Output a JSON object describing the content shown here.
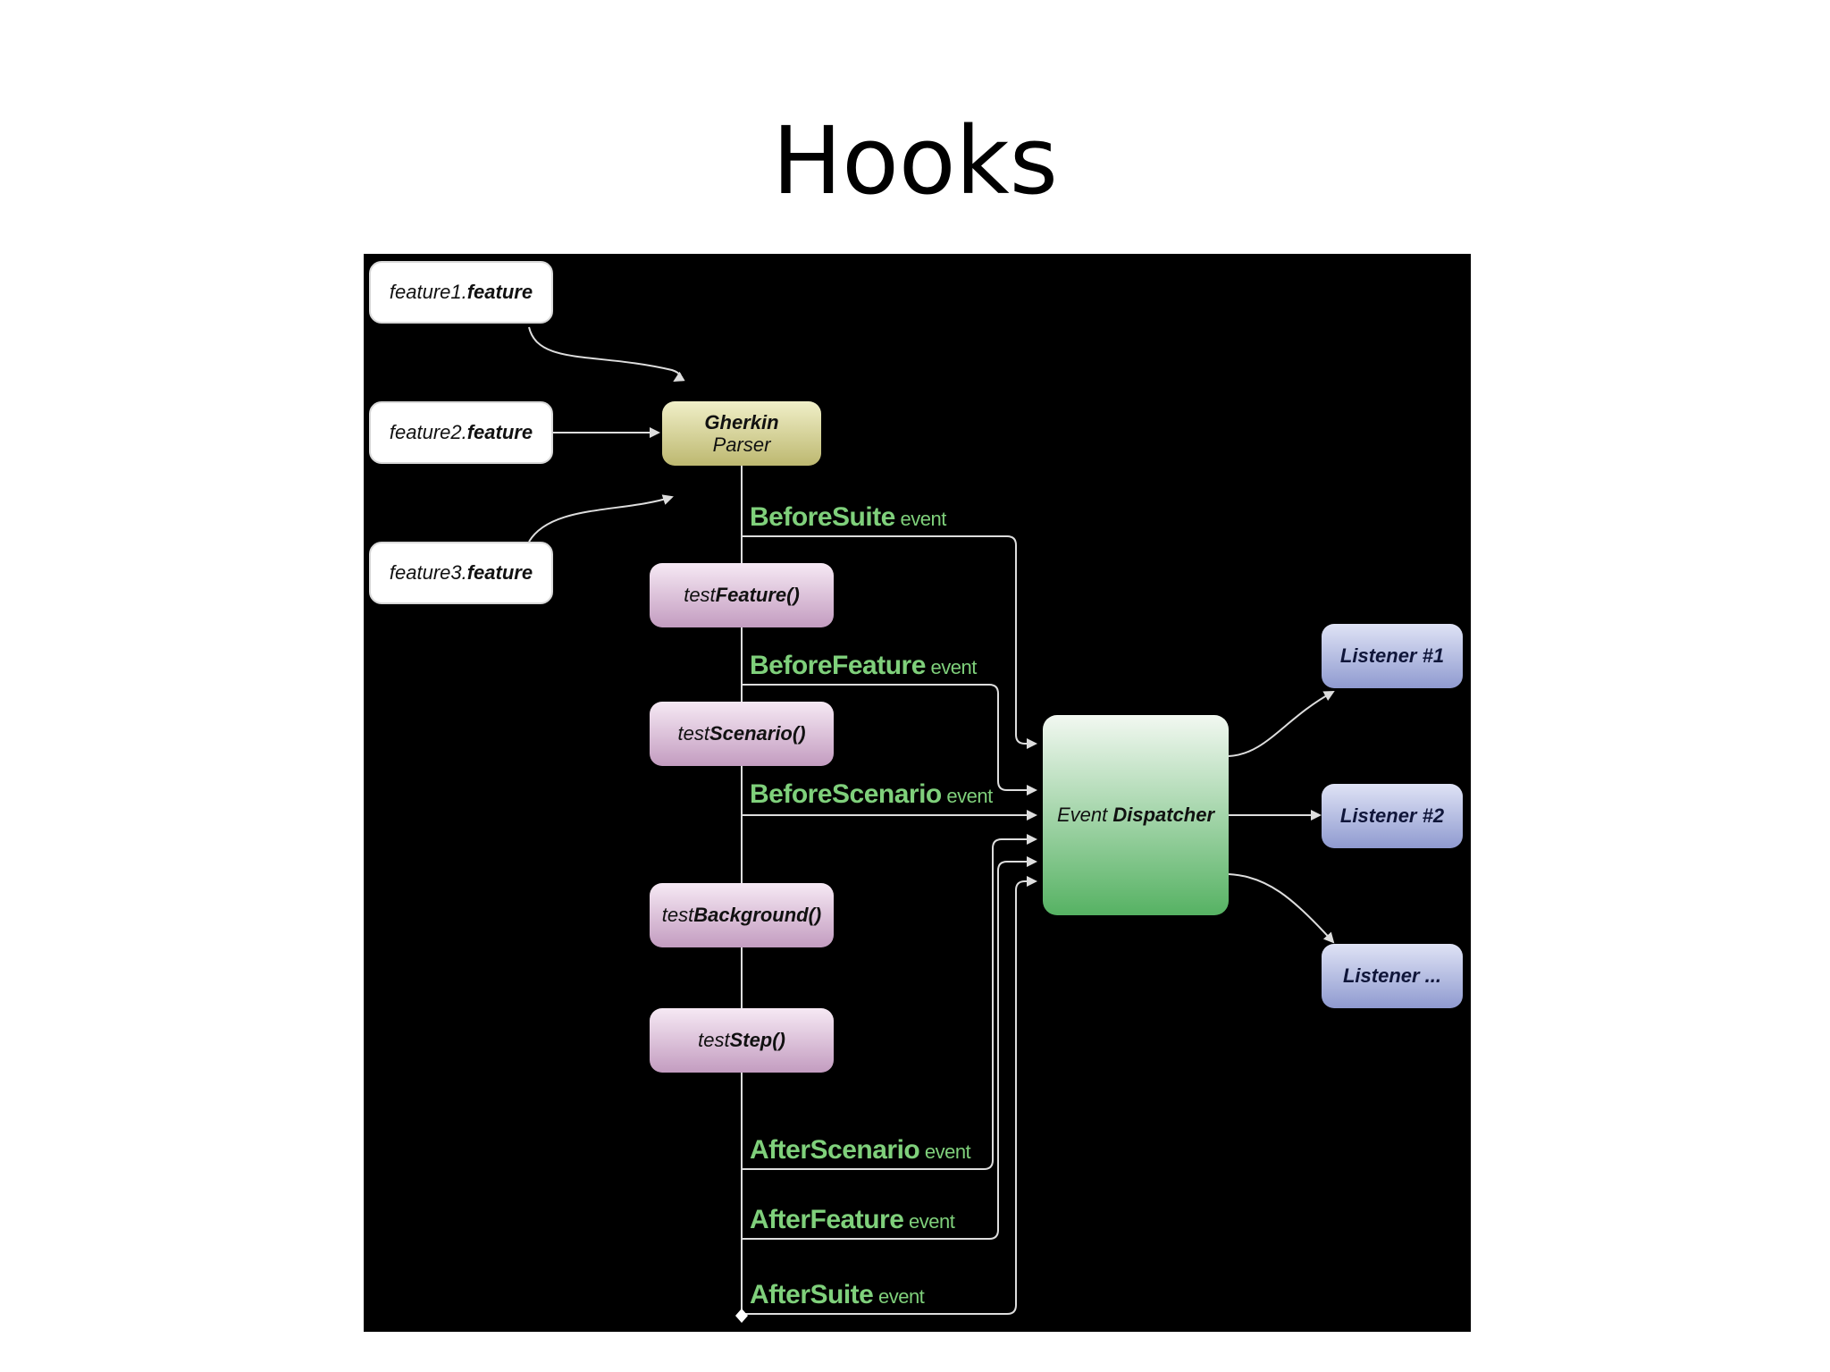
{
  "slide": {
    "title": "Hooks"
  },
  "diagram": {
    "files": [
      {
        "prefix": "feature1.",
        "bold": "feature"
      },
      {
        "prefix": "feature2.",
        "bold": "feature"
      },
      {
        "prefix": "feature3.",
        "bold": "feature"
      }
    ],
    "parser": {
      "line1": "Gherkin",
      "line2": "Parser"
    },
    "methods": [
      {
        "prefix": "test",
        "bold": "Feature()"
      },
      {
        "prefix": "test",
        "bold": "Scenario()"
      },
      {
        "prefix": "test",
        "bold": "Background()"
      },
      {
        "prefix": "test",
        "bold": "Step()"
      }
    ],
    "events": [
      {
        "name": "BeforeSuite",
        "suffix": " event"
      },
      {
        "name": "BeforeFeature",
        "suffix": " event"
      },
      {
        "name": "BeforeScenario",
        "suffix": " event"
      },
      {
        "name": "AfterScenario",
        "suffix": " event"
      },
      {
        "name": "AfterFeature",
        "suffix": " event"
      },
      {
        "name": "AfterSuite",
        "suffix": " event"
      }
    ],
    "dispatcher": {
      "prefix": "Event ",
      "bold": "Dispatcher"
    },
    "listeners": [
      {
        "label": "Listener #1"
      },
      {
        "label": "Listener #2"
      },
      {
        "label": "Listener ..."
      }
    ],
    "colors": {
      "background": "#000000",
      "event_text": "#7fd07b",
      "wire": "#dddddd",
      "parser": "#bdb870",
      "method": "#c39cc0",
      "dispatcher": "#56b263",
      "listener": "#8f9ad0"
    }
  }
}
